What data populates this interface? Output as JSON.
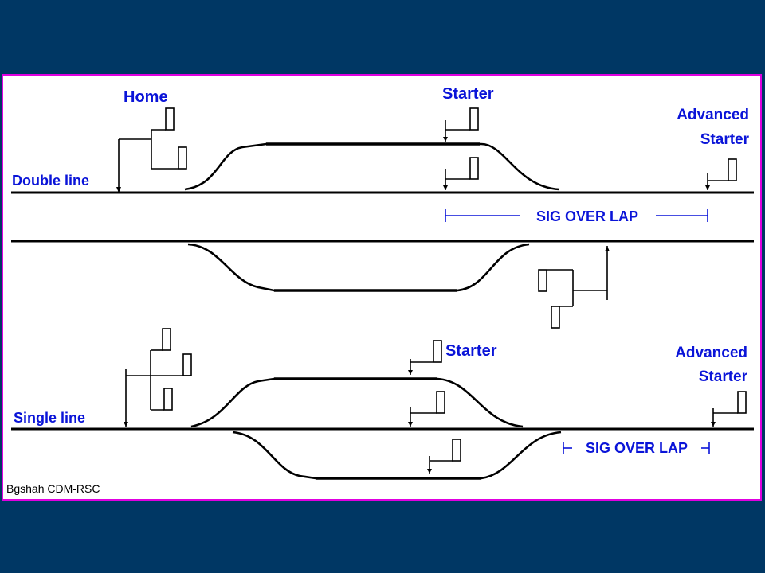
{
  "labels": {
    "home": "Home",
    "starter_top": "Starter",
    "advanced_top_1": "Advanced",
    "advanced_top_2": "Starter",
    "double_line": "Double line",
    "sig_overlap_top": "SIG OVER LAP",
    "starter_bottom": "Starter",
    "advanced_bottom_1": "Advanced",
    "advanced_bottom_2": "Starter",
    "single_line": "Single line",
    "sig_overlap_bottom": "SIG OVER LAP",
    "credit": "Bgshah CDM-RSC"
  },
  "colors": {
    "background": "#003764",
    "panel": "#ffffff",
    "panel_border": "#e000e0",
    "label": "#0a14d8",
    "lines": "#000000"
  }
}
